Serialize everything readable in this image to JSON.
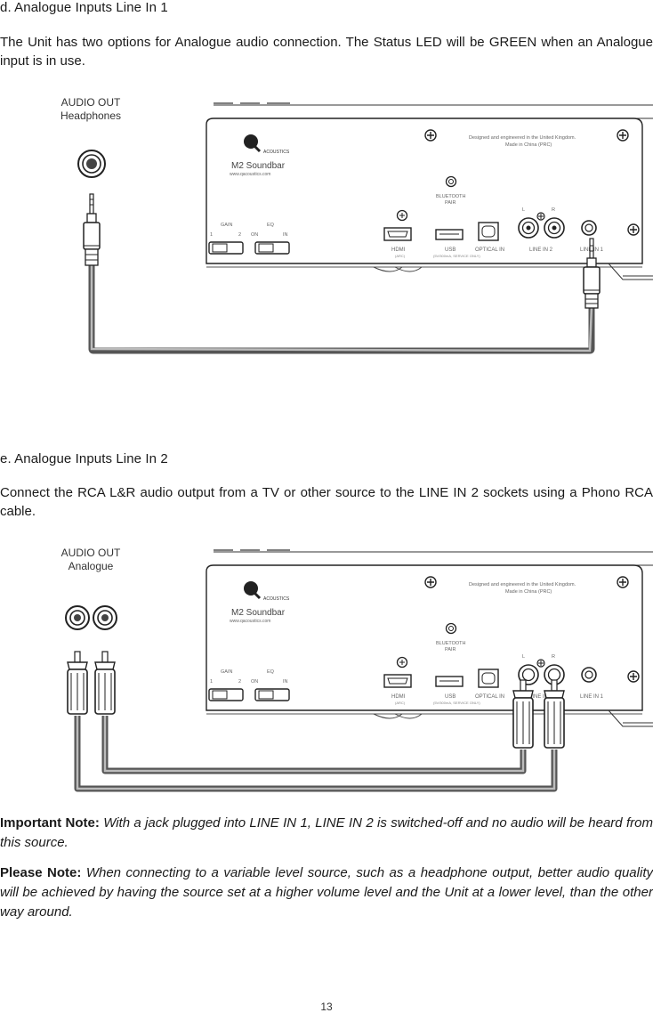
{
  "section_d": {
    "heading": "d. Analogue Inputs Line In 1",
    "body": "The Unit has two options for Analogue audio connection. The Status LED will be GREEN when an Analogue input is in use.",
    "source_label_line1": "AUDIO OUT",
    "source_label_line2": "Headphones"
  },
  "section_e": {
    "heading": "e. Analogue Inputs Line In 2",
    "body": "Connect the RCA L&R audio output from a TV or other source to the LINE IN 2 sockets using a Phono RCA cable.",
    "source_label_line1": "AUDIO OUT",
    "source_label_line2": "Analogue"
  },
  "panel": {
    "brand": "ACOUSTICS",
    "model": "M2 Soundbar",
    "website": "www.qacoustics.com",
    "designed_line1": "Designed and engineered in the United Kingdom.",
    "designed_line2": "Made in China (PRC)",
    "bluetooth_line1": "BLUETOOTH",
    "bluetooth_line2": "PAIR",
    "gain_label": "GAIN",
    "gain_1": "1",
    "gain_2": "2",
    "eq_label": "EQ",
    "eq_on": "ON",
    "eq_in": "IN",
    "hdmi_label": "HDMI",
    "hdmi_sub": "(ARC)",
    "usb_label": "USB",
    "usb_sub": "(5V/500mA, SERVICE ONLY)",
    "optical_label": "OPTICAL IN",
    "line_in_2_label": "LINE IN 2",
    "line_in_1_label": "LINE IN 1",
    "rca_l": "L",
    "rca_r": "R"
  },
  "notes": {
    "important_label": "Important Note:",
    "important_text": " With a jack plugged into LINE IN 1, LINE IN 2 is switched-off and no audio will be heard from this source.",
    "please_label": "Please Note:",
    "please_text": " When connecting to a variable level source, such as a headphone output, better audio quality will be achieved by having the source set at a higher volume level and the Unit at a lower level, than the other way around."
  },
  "page_number": "13"
}
